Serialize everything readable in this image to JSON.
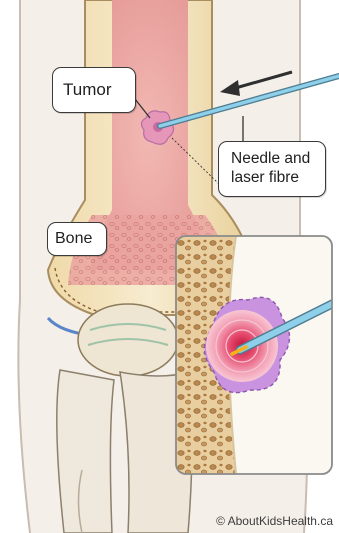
{
  "labels": {
    "tumor": "Tumor",
    "needle_line1": "Needle and",
    "needle_line2": "laser fibre",
    "bone": "Bone"
  },
  "credit": "© AboutKidsHealth.ca",
  "colors": {
    "skin": "#f4ede6",
    "bone_shaft": "#f3e6c2",
    "marrow_red": "#e9a3a1",
    "tumor_pink": "#e58fb5",
    "tumor_purple": "#b57bd0",
    "needle_blue": "#7fc3de",
    "arrow_gray": "#2f2f2f",
    "inset_border": "#8a8a8a"
  },
  "icons": [
    "direction-arrow-icon",
    "needle-icon",
    "laser-tip-icon"
  ]
}
